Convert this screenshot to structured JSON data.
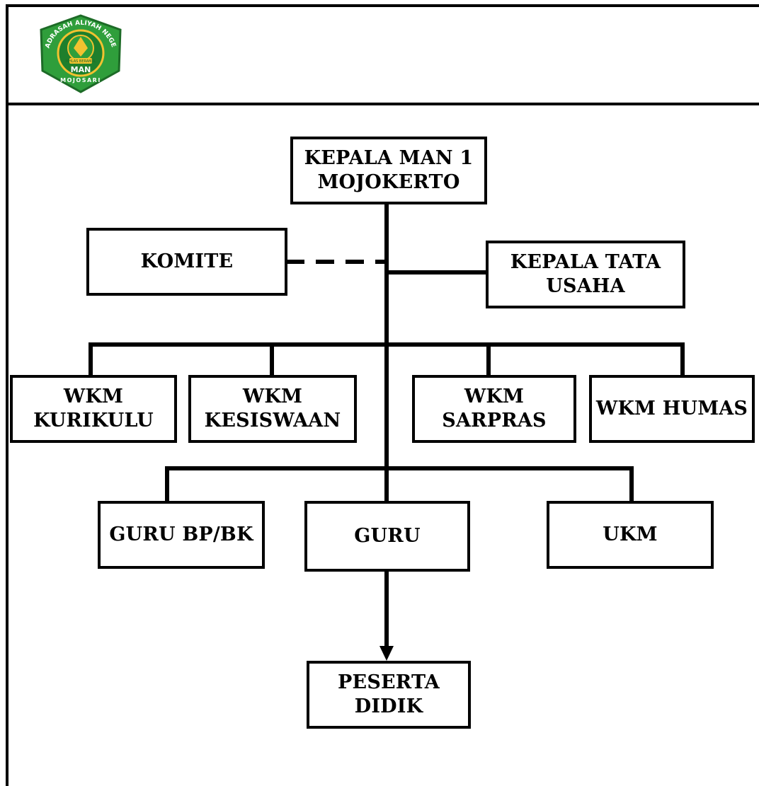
{
  "logo": {
    "arc_text": "MADRASAH ALIYAH NEGERI",
    "center_text": "MAN",
    "bottom_text": "MOJOSARI",
    "banner_text": "IKHLAS BERAMAL",
    "colors": {
      "shield": "#2f9e3b",
      "shield_border": "#1d6b27",
      "inner": "#f2c230",
      "text": "#ffffff"
    }
  },
  "org_chart": {
    "kepala": "KEPALA MAN 1 MOJOKERTO",
    "komite": "KOMITE",
    "tata_usaha": "KEPALA TATA USAHA",
    "wkm_kurikulum": "WKM KURIKULU",
    "wkm_kesiswaan": "WKM KESISWAAN",
    "wkm_sarpras": "WKM SARPRAS",
    "wkm_humas": "WKM HUMAS",
    "guru_bpbk": "GURU BP/BK",
    "guru": "GURU",
    "ukm": "UKM",
    "peserta_didik": "PESERTA DIDIK"
  }
}
